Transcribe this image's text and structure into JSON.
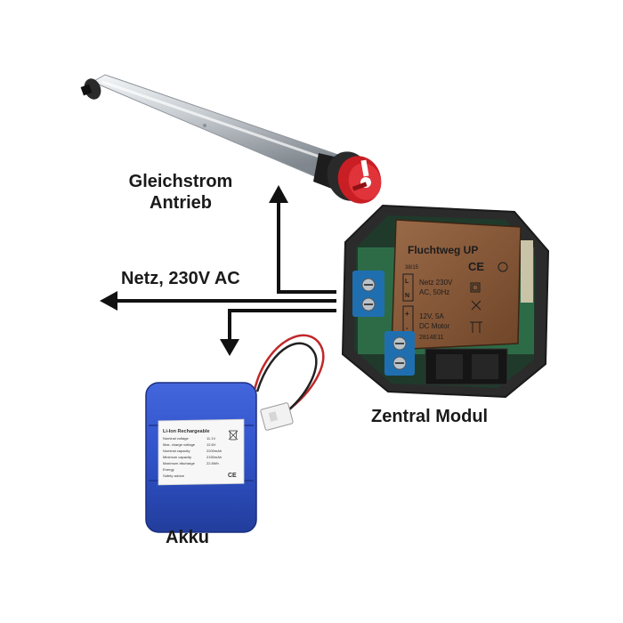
{
  "labels": {
    "motor": [
      "Gleichstrom",
      "Antrieb"
    ],
    "mains": "Netz, 230V AC",
    "module": "Zentral Modul",
    "battery": "Akku"
  },
  "module_face": {
    "title": "Fluchtweg UP",
    "date_code": "38/15",
    "ce_mark": "CE",
    "input_lines": [
      "Netz 230V",
      "AC, 50Hz"
    ],
    "input_terminals": [
      "L",
      "N"
    ],
    "output_lines": [
      "12V, 5A",
      "DC Motor"
    ],
    "output_terminals": [
      "+",
      "-"
    ],
    "part_number": "2814E11"
  },
  "battery_label": {
    "title": "Li-Ion Rechargeable",
    "rows": [
      {
        "k": "Nominal voltage",
        "v": "11.1V"
      },
      {
        "k": "Max. charge voltage",
        "v": "12.6V"
      },
      {
        "k": "Nominal capacity",
        "v": "2200mAh"
      },
      {
        "k": "Minimum capacity",
        "v": "2150mAh"
      },
      {
        "k": "Maximum discharge",
        "v": "22.8Wh"
      },
      {
        "k": "Energy",
        "v": ""
      },
      {
        "k": "Safety advice",
        "v": ""
      }
    ]
  },
  "colors": {
    "arrow": "#111111",
    "module_housing": "#2b2b2b",
    "module_face": "#8a5a3c",
    "terminal": "#1f6fb0",
    "battery": "#2f52c8",
    "motor_tube": "#c8ccd0",
    "motor_cap": "#d8262a",
    "wire_red": "#c0282a"
  },
  "icons": [
    "ce-mark-icon",
    "recycle-bin-icon",
    "terminal-screw-icon",
    "connector-plug-icon"
  ]
}
